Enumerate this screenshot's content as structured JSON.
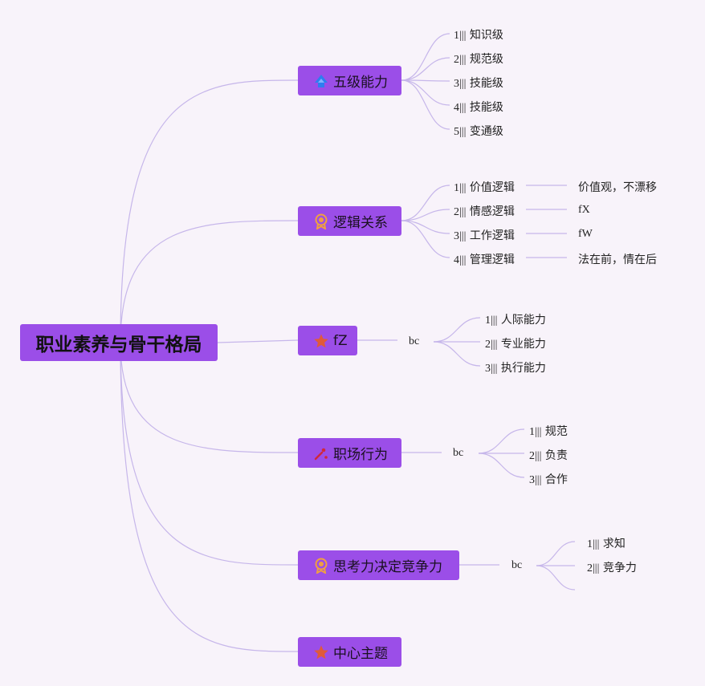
{
  "root": {
    "label": "职业素养与骨干格局"
  },
  "branches": [
    {
      "label": "五级能力",
      "icon": "arrow-up-icon",
      "items": [
        {
          "num": "1|||",
          "text": "知识级"
        },
        {
          "num": "2|||",
          "text": "规范级"
        },
        {
          "num": "3|||",
          "text": "技能级"
        },
        {
          "num": "4|||",
          "text": "技能级"
        },
        {
          "num": "5|||",
          "text": "变通级"
        }
      ]
    },
    {
      "label": "逻辑关系",
      "icon": "badge-icon",
      "items": [
        {
          "num": "1|||",
          "text": "价值逻辑",
          "detail": "价值观，不漂移"
        },
        {
          "num": "2|||",
          "text": "情感逻辑",
          "detail": "fX"
        },
        {
          "num": "3|||",
          "text": "工作逻辑",
          "detail": "fW"
        },
        {
          "num": "4|||",
          "text": "管理逻辑",
          "detail": "法在前，情在后"
        }
      ]
    },
    {
      "label": "fZ",
      "icon": "star-icon",
      "sub": "bc",
      "items": [
        {
          "num": "1|||",
          "text": "人际能力"
        },
        {
          "num": "2|||",
          "text": "专业能力"
        },
        {
          "num": "3|||",
          "text": "执行能力"
        }
      ]
    },
    {
      "label": "职场行为",
      "icon": "pin-icon",
      "sub": "bc",
      "items": [
        {
          "num": "1|||",
          "text": "规范"
        },
        {
          "num": "2|||",
          "text": "负责"
        },
        {
          "num": "3|||",
          "text": "合作"
        }
      ]
    },
    {
      "label": "思考力决定竞争力",
      "icon": "badge-icon",
      "sub": "bc",
      "items": [
        {
          "num": "1|||",
          "text": "求知"
        },
        {
          "num": "2|||",
          "text": "竞争力"
        }
      ]
    },
    {
      "label": "中心主题",
      "icon": "star-icon",
      "items": []
    }
  ],
  "colors": {
    "background": "#f8f3fa",
    "node": "#9b4ee8",
    "connector": "#c6b6ea",
    "icon_blue": "#2f7df0",
    "icon_orange": "#f0a040",
    "icon_red": "#e05a3a",
    "icon_crimson": "#d0283a"
  }
}
